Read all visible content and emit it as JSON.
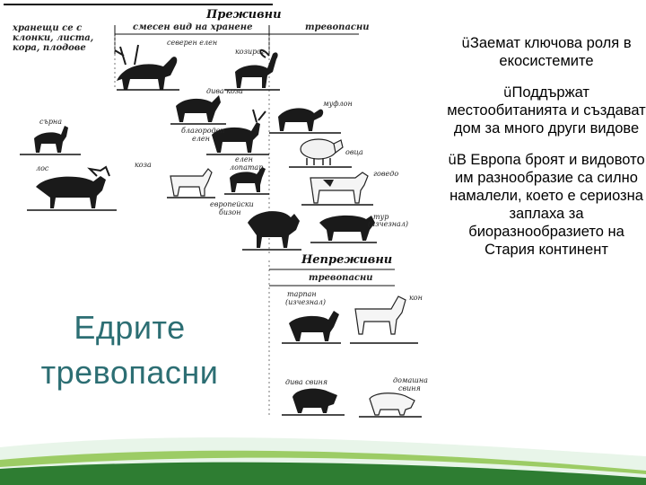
{
  "diagram": {
    "heading_ruminants": "Преживни",
    "heading_nonruminants": "Непреживни",
    "col_browsers": "хранещи се с клонки, листа, кора, плодове",
    "col_mixed": "смесен  вид на хранене",
    "col_grazers": "тревопасни",
    "col_grazers_lower": "тревопасни",
    "animals": {
      "moose_north": "северен елен",
      "ibex": "козирог",
      "wild_goat": "дива коза",
      "mouflon": "муфлон",
      "roe_deer": "сърна",
      "red_deer": "благороден елен",
      "sheep": "овца",
      "elk": "лос",
      "goat": "коза",
      "fallow_deer": "елен лопатар",
      "cattle": "говедо",
      "bison": "европейски бизон",
      "aurochs": "тур (изчезнал)",
      "tarpan": "тарпан (изчезнал)",
      "horse": "кон",
      "wild_boar": "дива свиня",
      "pig": "домашна свиня"
    }
  },
  "title": {
    "line1": "Едрите",
    "line2": "тревопасни"
  },
  "bullets": [
    {
      "check": "ü",
      "text": "Заемат ключова роля в екосистемите"
    },
    {
      "check": "ü",
      "text": "Поддържат местообитанията и създават дом за много други  видове"
    },
    {
      "check": "ü",
      "text": "В Европа броят и видовото им разнообразие са силно намалели, което е сериозна заплаха за биоразнообразието на Стария континент"
    }
  ],
  "colors": {
    "title": "#2c6e73",
    "deco_dark": "#2e7d32",
    "deco_light": "#9ccc65"
  }
}
